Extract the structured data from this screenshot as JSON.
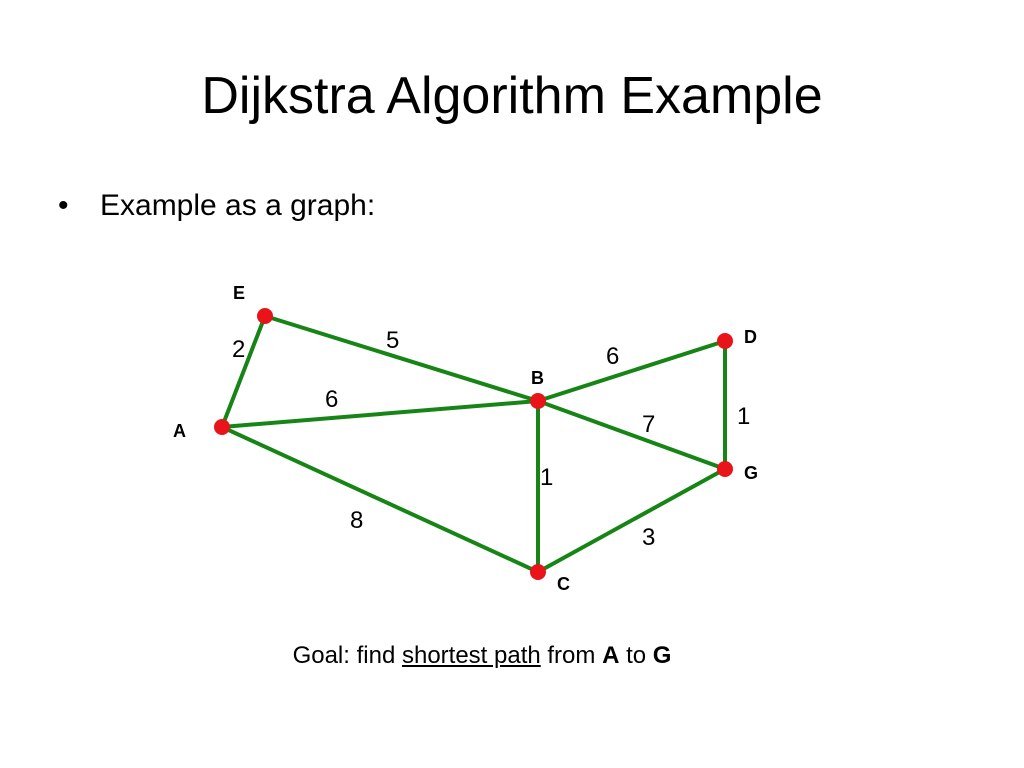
{
  "slide": {
    "title": "Dijkstra Algorithm Example",
    "bullet_symbol": "•",
    "bullet_text": "Example as a graph:"
  },
  "graph": {
    "edge_color": "#168516",
    "node_color": "#e8141a",
    "nodes": [
      {
        "id": "A",
        "label": "A"
      },
      {
        "id": "B",
        "label": "B"
      },
      {
        "id": "C",
        "label": "C"
      },
      {
        "id": "D",
        "label": "D"
      },
      {
        "id": "E",
        "label": "E"
      },
      {
        "id": "G",
        "label": "G"
      }
    ],
    "edges": [
      {
        "from": "A",
        "to": "E",
        "weight": "2"
      },
      {
        "from": "E",
        "to": "B",
        "weight": "5"
      },
      {
        "from": "A",
        "to": "B",
        "weight": "6"
      },
      {
        "from": "A",
        "to": "C",
        "weight": "8"
      },
      {
        "from": "B",
        "to": "D",
        "weight": "6"
      },
      {
        "from": "B",
        "to": "G",
        "weight": "7"
      },
      {
        "from": "B",
        "to": "C",
        "weight": "1"
      },
      {
        "from": "D",
        "to": "G",
        "weight": "1"
      },
      {
        "from": "C",
        "to": "G",
        "weight": "3"
      }
    ]
  },
  "goal": {
    "prefix": "Goal: find ",
    "emphasis": "shortest path",
    "middle": " from ",
    "source": "A",
    "connector": " to ",
    "target": "G"
  }
}
